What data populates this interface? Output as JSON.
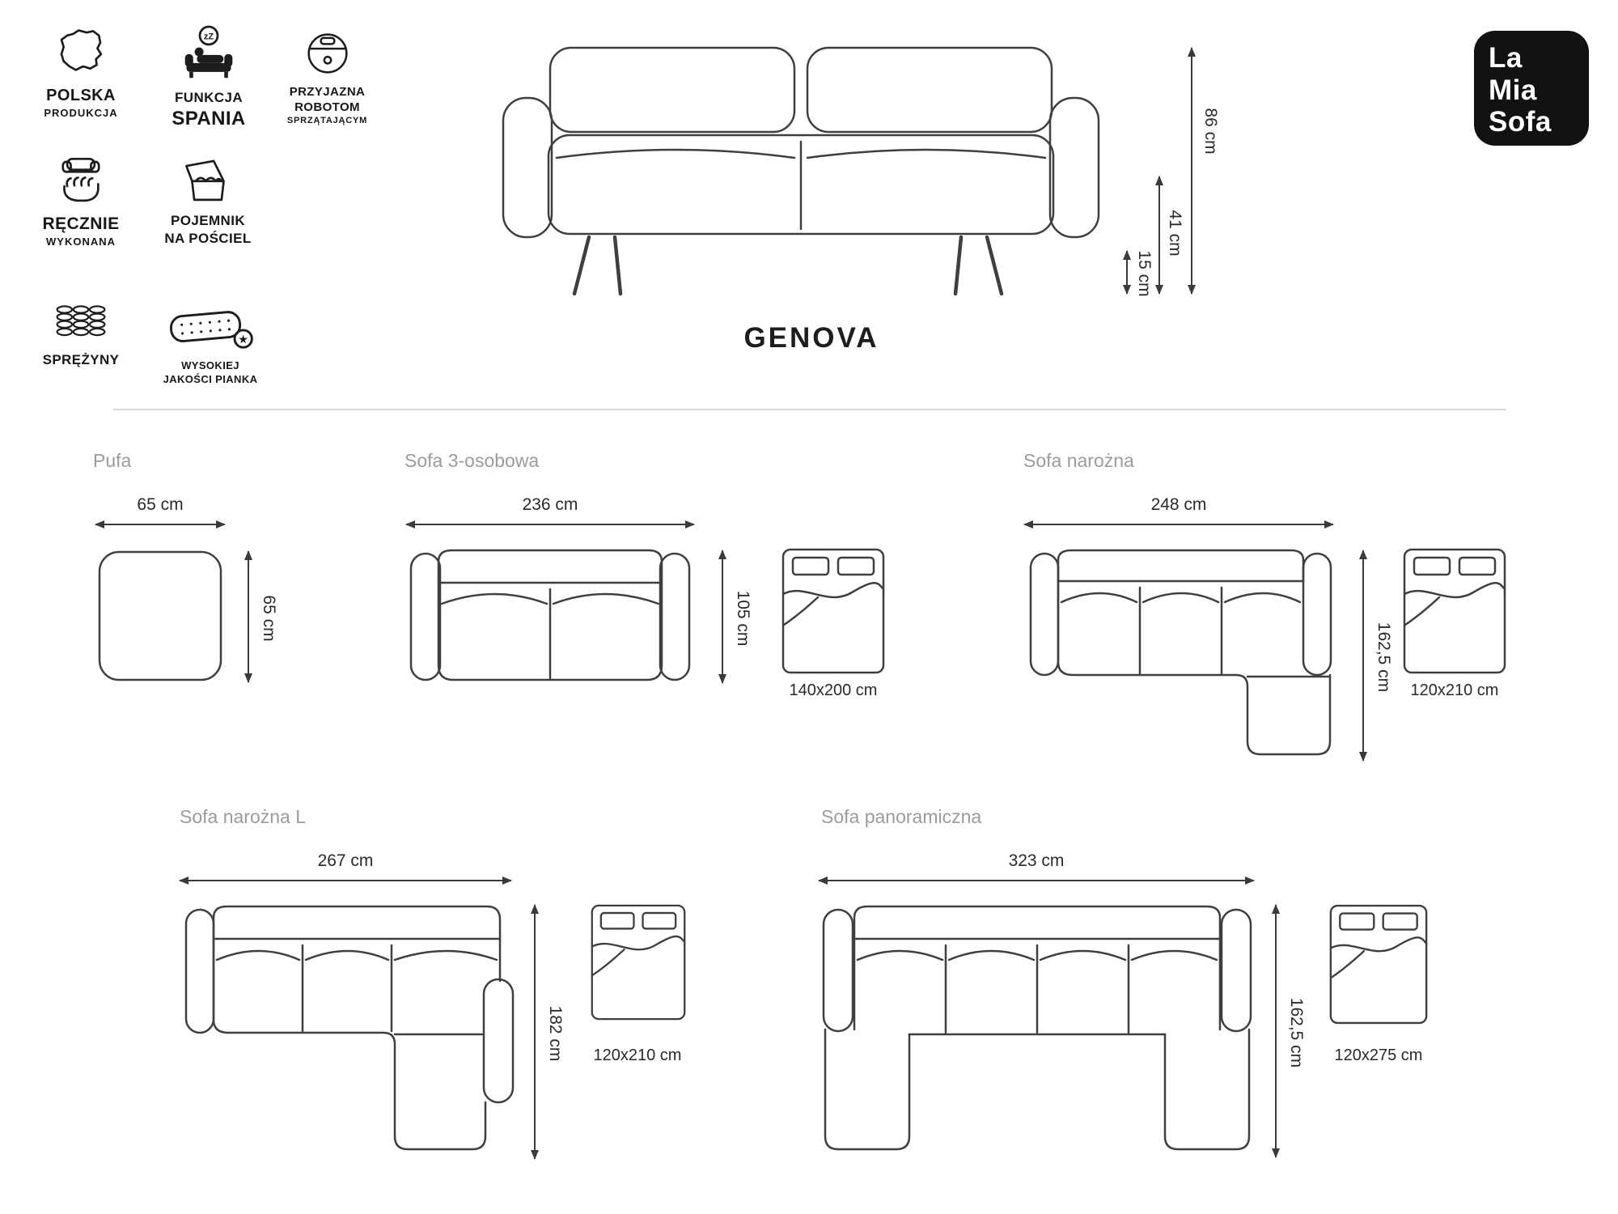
{
  "colors": {
    "background": "#ffffff",
    "sketch_line": "#3f3f3f",
    "icon_line": "#1d1d1d",
    "muted_title": "#9b9b9b",
    "text": "#2a2a2a",
    "logo_bg": "#121212",
    "logo_text": "#ffffff",
    "divider": "#dadada"
  },
  "brand": {
    "name": "La Mia Sofa",
    "words": [
      "La",
      "Mia",
      "Sofa"
    ]
  },
  "model": "GENOVA",
  "features": {
    "polska": {
      "icon": "poland-map-icon",
      "lines": [
        "POLSKA",
        "PRODUKCJA"
      ]
    },
    "spania": {
      "icon": "sleep-function-icon",
      "lines": [
        "FUNKCJA",
        "SPANIA"
      ],
      "bubble": "zZ"
    },
    "robot": {
      "icon": "robot-vacuum-icon",
      "lines": [
        "PRZYJAZNA",
        "ROBOTOM",
        "SPRZĄTAJĄCYM"
      ]
    },
    "recznie": {
      "icon": "handmade-icon",
      "lines": [
        "RĘCZNIE",
        "WYKONANA"
      ]
    },
    "pojemnik": {
      "icon": "bedding-storage-icon",
      "lines": [
        "POJEMNIK",
        "NA POŚCIEL"
      ]
    },
    "sprezyny": {
      "icon": "springs-icon",
      "lines": [
        "SPRĘŻYNY"
      ]
    },
    "pianka": {
      "icon": "quality-foam-icon",
      "lines": [
        "WYSOKIEJ",
        "JAKOŚCI PIANKA"
      ],
      "badge": "★"
    }
  },
  "hero": {
    "dimensions": {
      "total_height": "86 cm",
      "seat_height": "41 cm",
      "leg_clearance": "15 cm"
    }
  },
  "variants": {
    "pufa": {
      "title": "Pufa",
      "width": "65 cm",
      "depth": "65 cm"
    },
    "sofa3": {
      "title": "Sofa 3-osobowa",
      "width": "236 cm",
      "depth": "105 cm",
      "bed": "140x200 cm"
    },
    "narozna": {
      "title": "Sofa narożna",
      "width": "248 cm",
      "depth": "162,5 cm",
      "bed": "120x210 cm"
    },
    "naroznaL": {
      "title": "Sofa narożna L",
      "width": "267 cm",
      "depth": "182 cm",
      "bed": "120x210 cm"
    },
    "panoramiczna": {
      "title": "Sofa panoramiczna",
      "width": "323 cm",
      "depth": "162,5 cm",
      "bed": "120x275 cm"
    }
  }
}
